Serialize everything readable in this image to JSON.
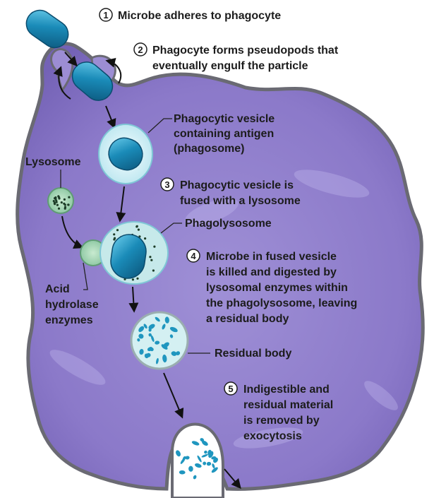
{
  "steps": [
    {
      "num": "1",
      "lines": [
        "Microbe adheres to phagocyte"
      ]
    },
    {
      "num": "2",
      "lines": [
        "Phagocyte forms pseudopods that",
        "eventually engulf the particle"
      ]
    },
    {
      "num": "3",
      "lines": [
        "Phagocytic vesicle is",
        "fused with a lysosome"
      ]
    },
    {
      "num": "4",
      "lines": [
        "Microbe in fused vesicle",
        "is killed and digested by",
        "lysosomal enzymes within",
        "the phagolysosome, leaving",
        "a residual body"
      ]
    },
    {
      "num": "5",
      "lines": [
        "Indigestible and",
        "residual material",
        "is removed by",
        "exocytosis"
      ]
    }
  ],
  "labels": {
    "phagosome": [
      "Phagocytic vesicle",
      "containing antigen",
      "(phagosome)"
    ],
    "lysosome": [
      "Lysosome"
    ],
    "phagolysosome": [
      "Phagolysosome"
    ],
    "acid_hydrolase": [
      "Acid",
      "hydrolase",
      "enzymes"
    ],
    "residual_body": [
      "Residual body"
    ]
  },
  "colors": {
    "cell_fill": "#8b79c9",
    "cell_outline": "#6a6a73",
    "microbe": "#1a8bb8",
    "vesicle": "#d9f1f5",
    "lysosome": "#8fc9a4",
    "text": "#1c1c1c"
  }
}
